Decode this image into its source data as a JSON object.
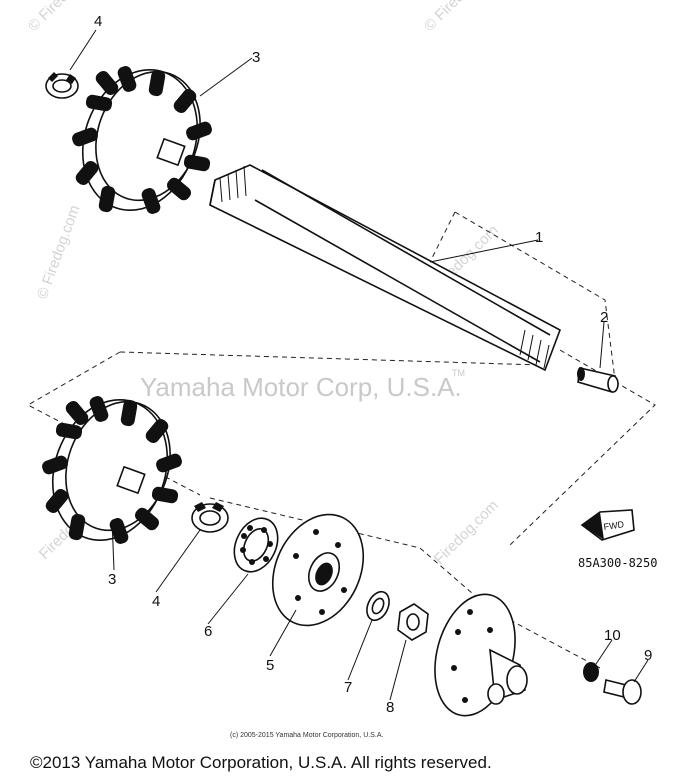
{
  "watermark": {
    "text": "Yamaha Motor Corp, U.S.A.",
    "tm": "TM",
    "site": "© Firedog.com",
    "site_alt": "Firedog.com"
  },
  "callouts": {
    "c1": "1",
    "c2": "2",
    "c3_top": "3",
    "c4_top": "4",
    "c3_bottom": "3",
    "c4_bottom": "4",
    "c5": "5",
    "c6": "6",
    "c7": "7",
    "c8": "8",
    "c9": "9",
    "c10": "10"
  },
  "fwd_label": "FWD",
  "diagram_code": "85A300-8250",
  "copyright_small": "(c) 2005-2015 Yamaha Motor Corporation, U.S.A.",
  "copyright_main": "©2013 Yamaha Motor Corporation, U.S.A. All rights reserved."
}
